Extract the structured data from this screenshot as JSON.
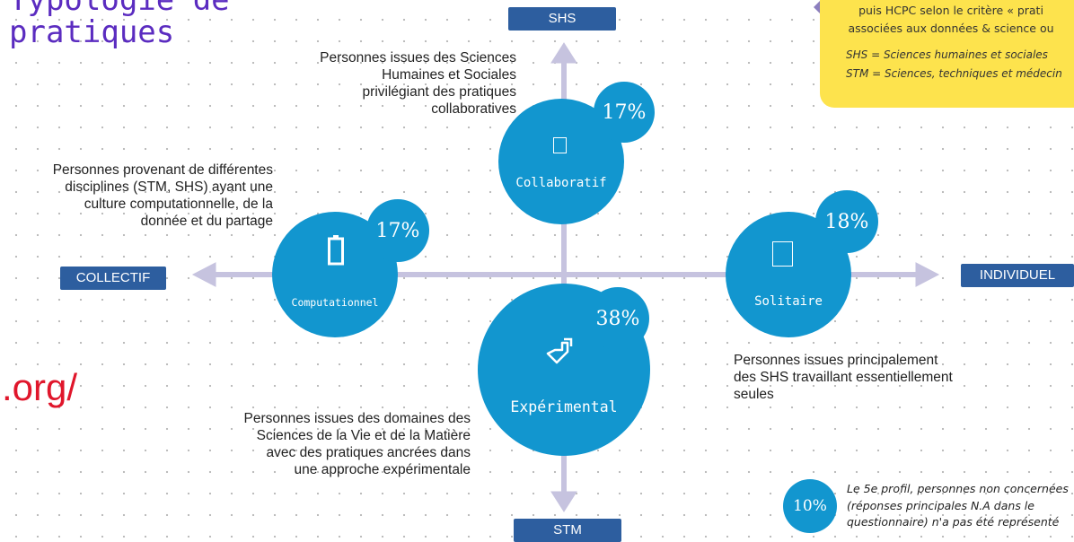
{
  "title": {
    "line1": "Typologie de",
    "line2": "pratiques"
  },
  "url_fragment": ".org/",
  "axes": {
    "top": "SHS",
    "bottom": "STM",
    "left": "COLLECTIF",
    "right": "INDIVIDUEL"
  },
  "profiles": [
    {
      "label": "Collaboratif",
      "percent": "17%",
      "icon": "square-icon"
    },
    {
      "label": "Computationnel",
      "percent": "17%",
      "icon": "battery-icon"
    },
    {
      "label": "Solitaire",
      "percent": "18%",
      "icon": "square-icon"
    },
    {
      "label": "Expérimental",
      "percent": "38%",
      "icon": "pointer-arrow-icon"
    }
  ],
  "descriptions": {
    "collaboratif": [
      "Personnes issues des Sciences",
      "Humaines et Sociales",
      "privilégiant des pratiques",
      "collaboratives"
    ],
    "computationnel": [
      "Personnes provenant de différentes",
      "disciplines (STM, SHS) ayant une",
      "culture computationnelle, de la",
      "donnée et du partage"
    ],
    "solitaire": [
      "Personnes issues principalement",
      "des SHS travaillant essentiellement",
      "seules"
    ],
    "experimental": [
      "Personnes issues des domaines des",
      "Sciences de la Vie et de la Matière",
      "avec des pratiques ancrées dans",
      "une approche expérimentale"
    ]
  },
  "note": {
    "line1": "puis HCPC selon le critère « prati",
    "line2": "associées aux données & science ou",
    "shs": "SHS = Sciences humaines et sociales",
    "stm": "STM = Sciences, techniques et médecin"
  },
  "fifth_profile": {
    "percent": "10%",
    "text": [
      "Le 5e profil, personnes non concernées",
      "(réponses principales N.A dans le",
      "questionnaire) n'a pas été représenté"
    ]
  },
  "colors": {
    "bubble": "#1296cf",
    "axis_line": "#c6c3df",
    "axis_label_bg": "#2d5e9f",
    "note_bg": "#fde34d",
    "title": "#5b2cc0",
    "url": "#e0162b"
  }
}
